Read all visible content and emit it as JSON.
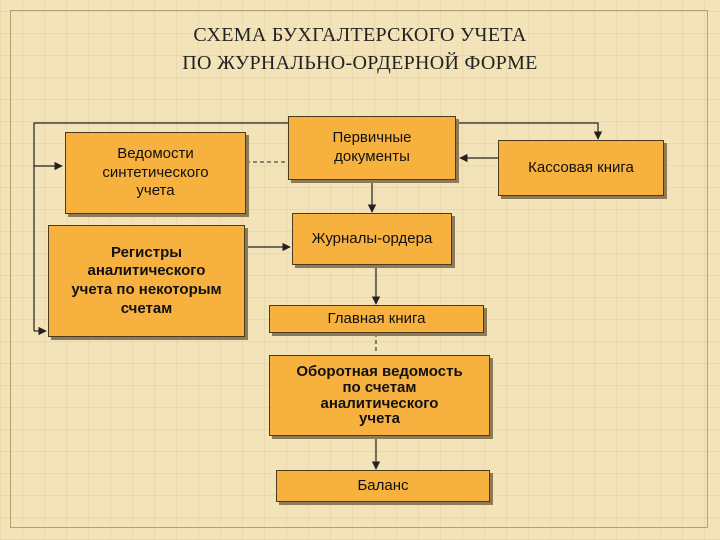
{
  "title": {
    "line1": "СХЕМА БУХГАЛТЕРСКОГО УЧЕТА",
    "line2": "ПО ЖУРНАЛЬНО-ОРДЕРНОЙ ФОРМЕ"
  },
  "nodes": {
    "primary": "Первичные\nдокументы",
    "cashbook": "Кассовая книга",
    "synthetic": "Ведомости\nсинтетического\nучета",
    "registers": "Регистры\nаналитического\nучета по некоторым\nсчетам",
    "journals": "Журналы-ордера",
    "ledger": "Главная книга",
    "turnover": "Оборотная ведомость\nпо счетам\nаналитического\nучета",
    "balance": "Баланс"
  },
  "colors": {
    "box_fill": "#f6b13f",
    "background": "#f3e3b8",
    "line": "#222222"
  }
}
